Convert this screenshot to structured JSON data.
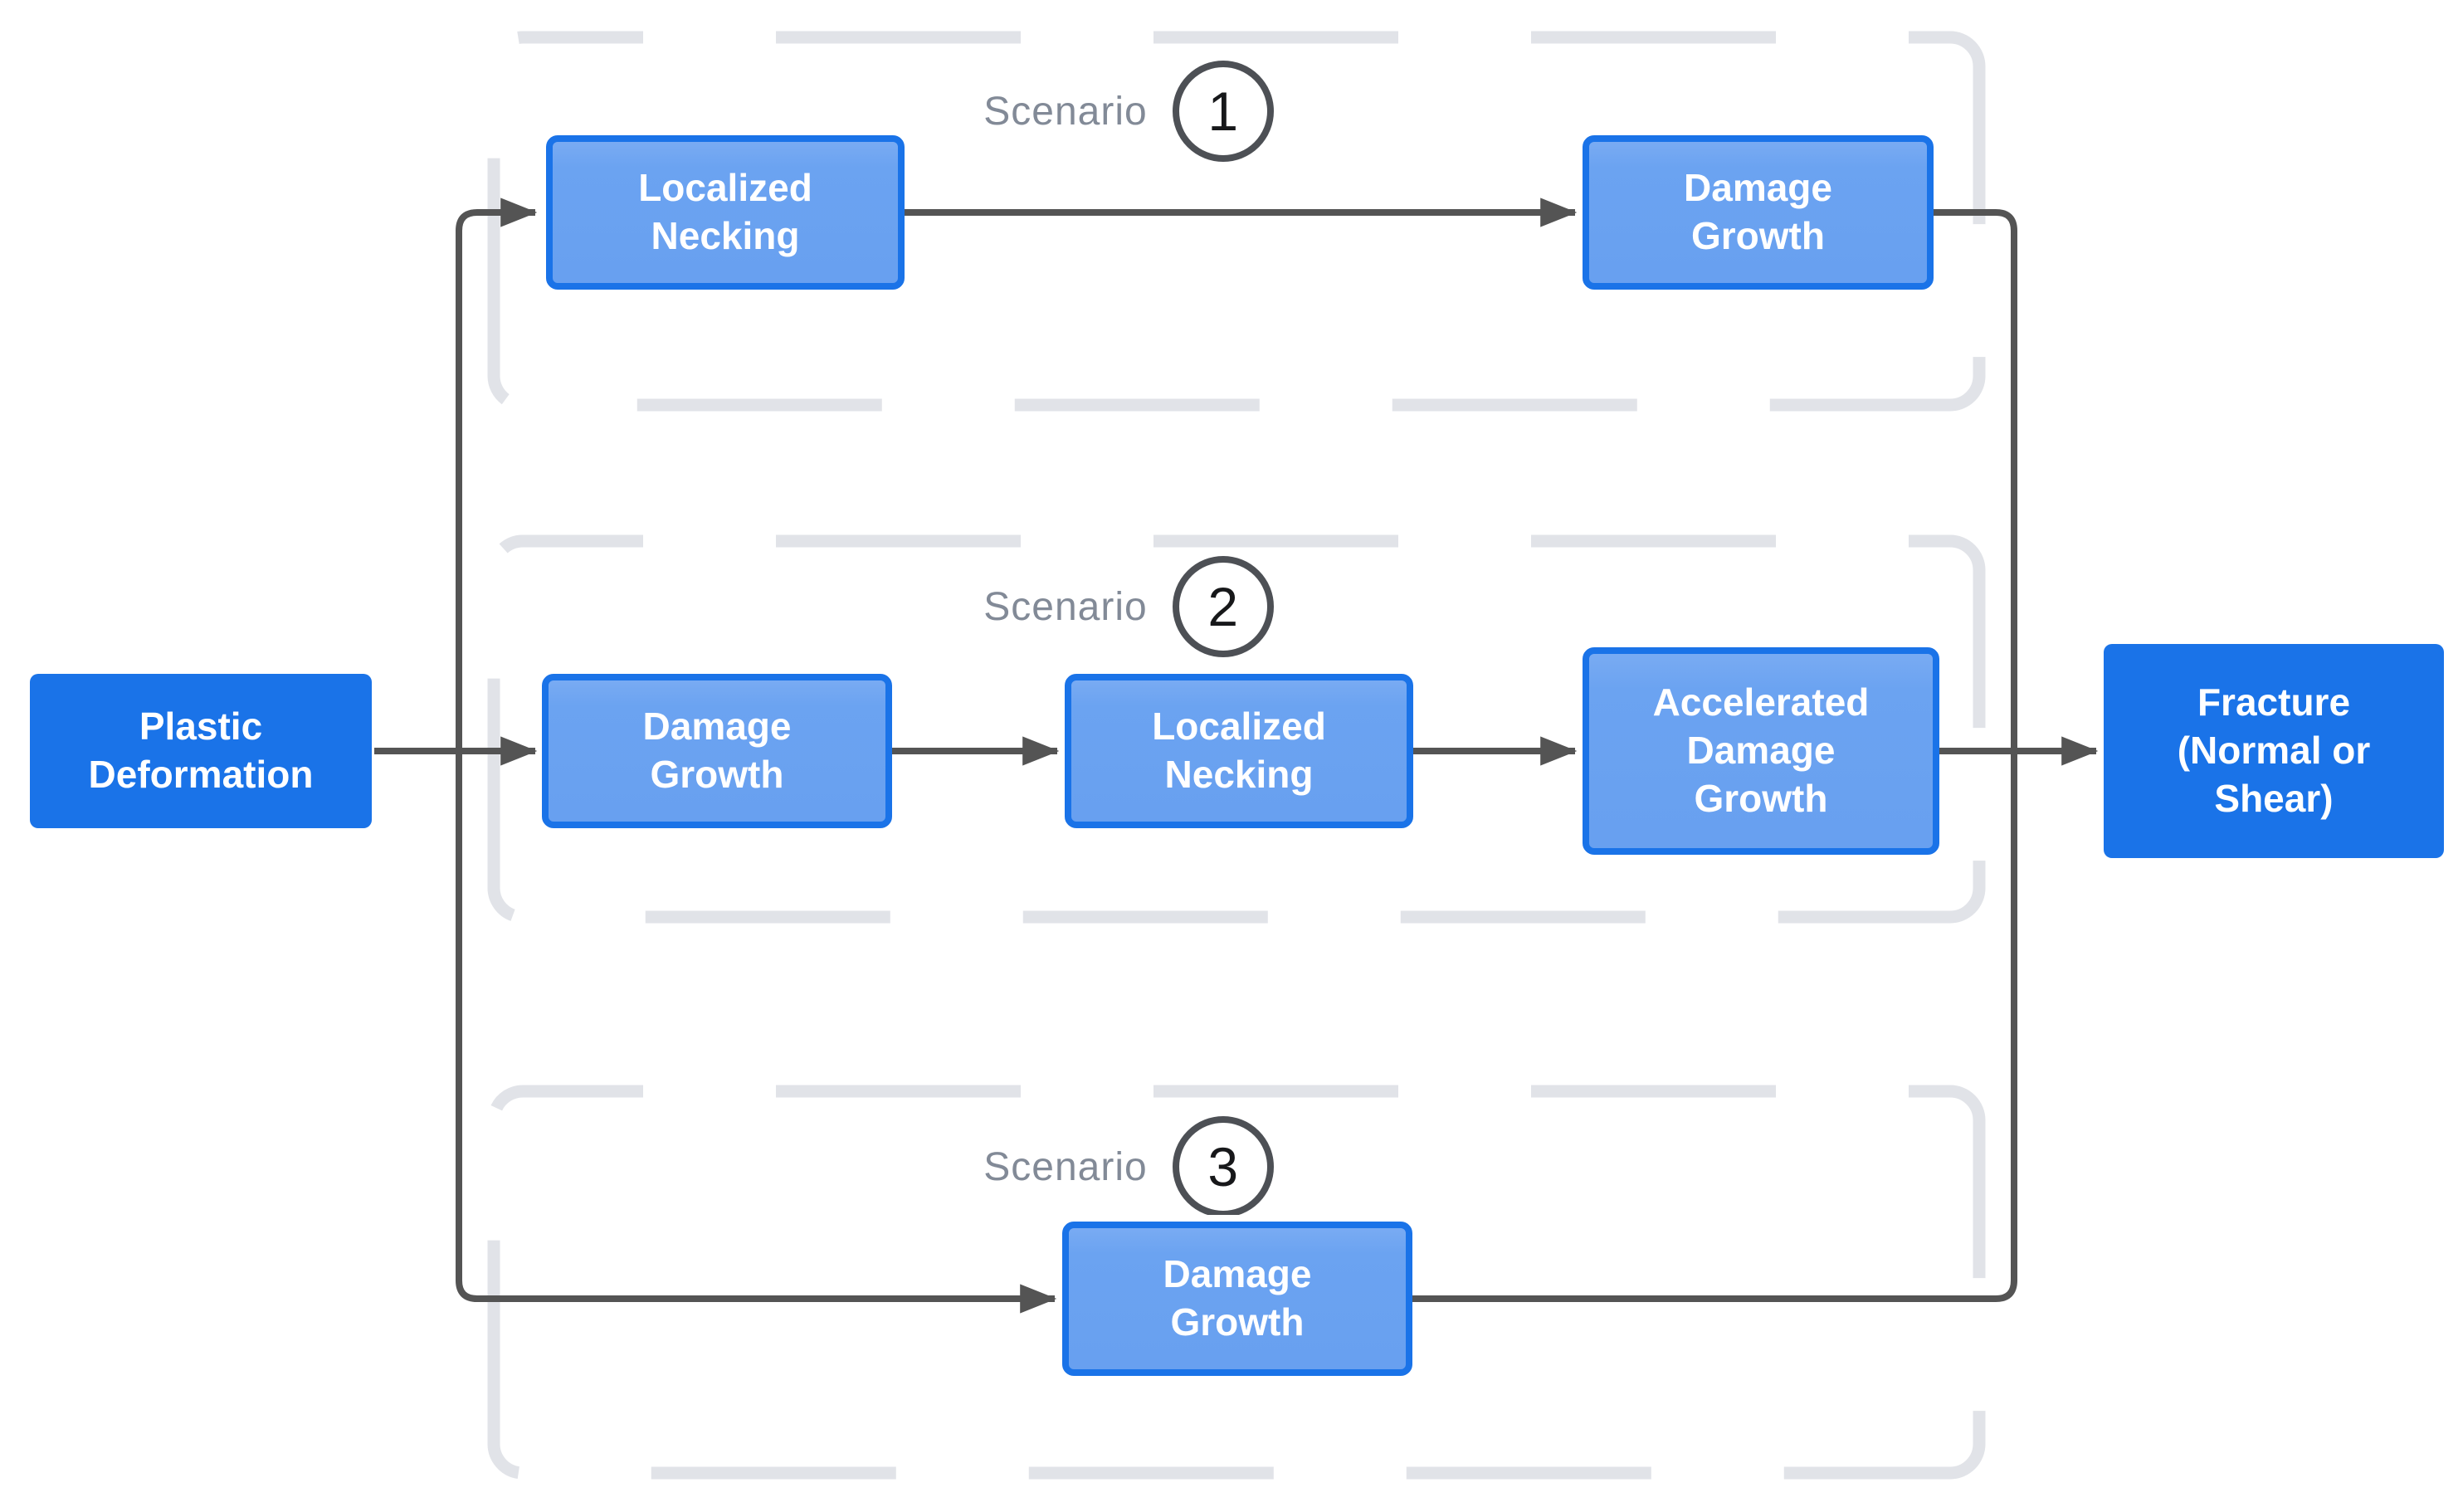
{
  "nodes": {
    "start": {
      "label": "Plastic\nDeformation"
    },
    "end": {
      "label": "Fracture\n(Normal or\nShear)"
    }
  },
  "scenarios": [
    {
      "label": "Scenario",
      "number": "1",
      "steps": [
        {
          "label": "Localized\nNecking"
        },
        {
          "label": "Damage\nGrowth"
        }
      ]
    },
    {
      "label": "Scenario",
      "number": "2",
      "steps": [
        {
          "label": "Damage\nGrowth"
        },
        {
          "label": "Localized\nNecking"
        },
        {
          "label": "Accelerated\nDamage\nGrowth"
        }
      ]
    },
    {
      "label": "Scenario",
      "number": "3",
      "steps": [
        {
          "label": "Damage\nGrowth"
        }
      ]
    }
  ],
  "colors": {
    "step_fill": "#6ba3f1",
    "step_border": "#1a73e8",
    "endpoint_fill": "#1a73e8",
    "connector": "#545454",
    "container_dash": "#e1e3e8",
    "scenario_label_text": "#828a97",
    "badge_border": "#4d5055",
    "node_text": "#ffffff"
  }
}
